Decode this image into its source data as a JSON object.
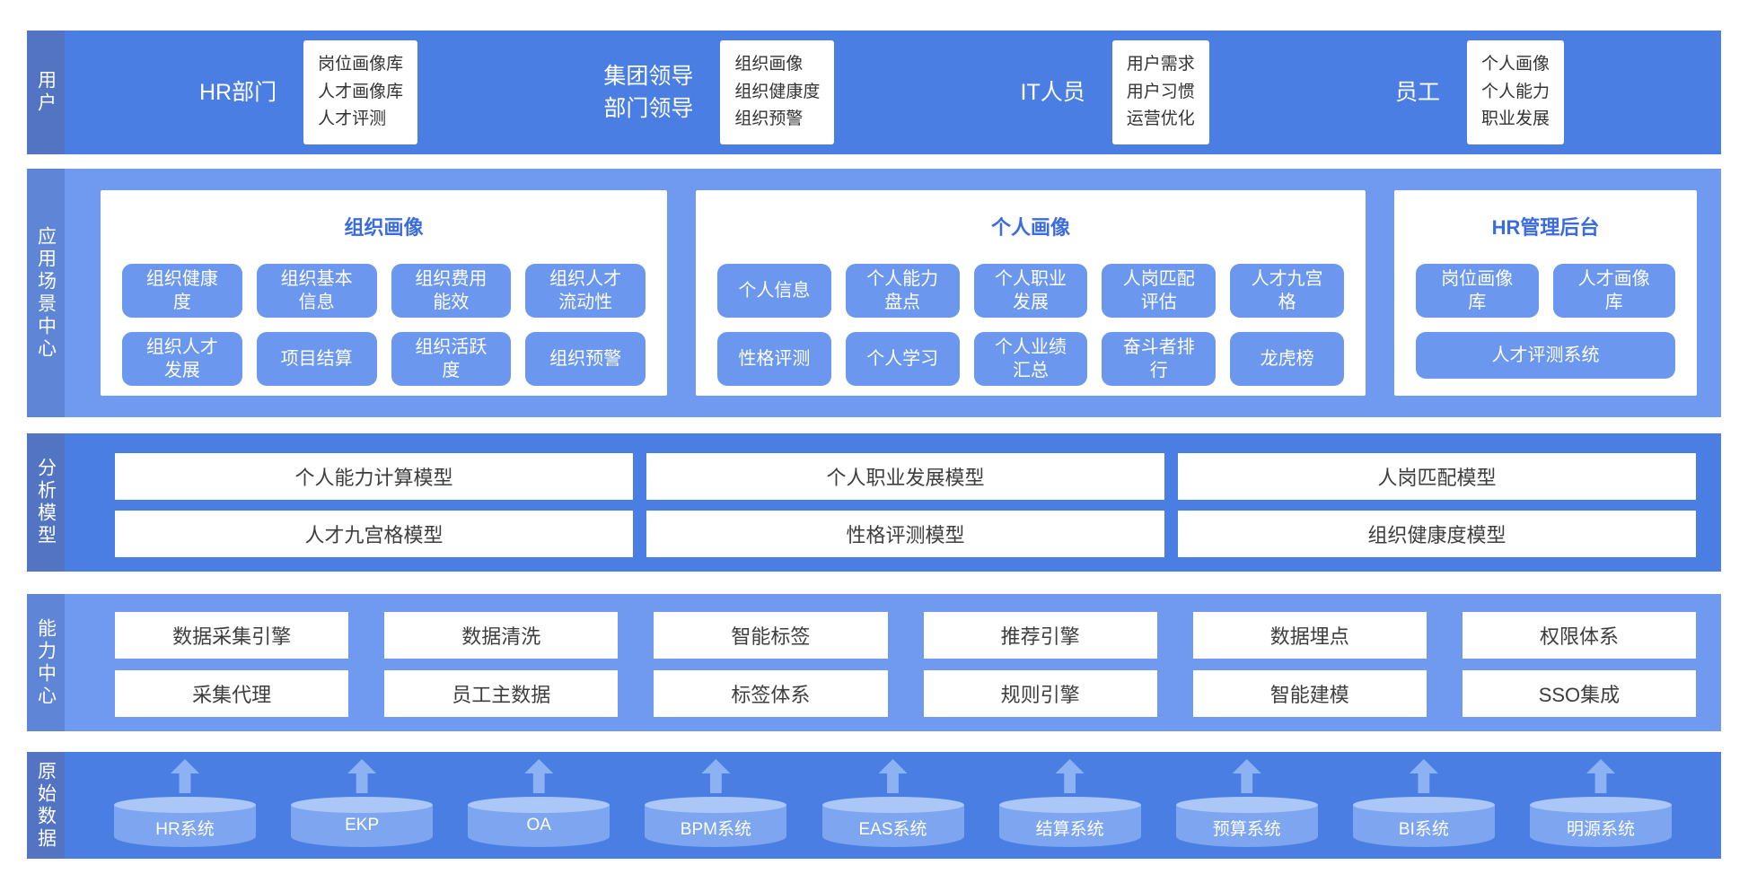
{
  "colors": {
    "band_dark": "#4b7ee3",
    "band_dark_strip": "#5373c3",
    "band_light": "#6f9af0",
    "band_light_strip": "#5f85d7",
    "chip": "#6c97ee",
    "panel_title": "#3a6ce0",
    "cylinder": "#7da5f0",
    "cylinder_top": "#abc7f7",
    "arrow": "#8db2f4"
  },
  "users_band": {
    "label": "用户",
    "groups": [
      {
        "role_lines": [
          "HR部门"
        ],
        "card_lines": [
          "岗位画像库",
          "人才画像库",
          "人才评测"
        ]
      },
      {
        "role_lines": [
          "集团领导",
          "部门领导"
        ],
        "card_lines": [
          "组织画像",
          "组织健康度",
          "组织预警"
        ]
      },
      {
        "role_lines": [
          "IT人员"
        ],
        "card_lines": [
          "用户需求",
          "用户习惯",
          "运营优化"
        ]
      },
      {
        "role_lines": [
          "员工"
        ],
        "card_lines": [
          "个人画像",
          "个人能力",
          "职业发展"
        ]
      }
    ]
  },
  "apps_band": {
    "label": "应用场景中心",
    "panels": [
      {
        "title": "组织画像",
        "rows": [
          [
            "组织健康度",
            "组织基本信息",
            "组织费用能效",
            "组织人才流动性"
          ],
          [
            "组织人才发展",
            "项目结算",
            "组织活跃度",
            "组织预警"
          ]
        ]
      },
      {
        "title": "个人画像",
        "rows": [
          [
            "个人信息",
            "个人能力盘点",
            "个人职业发展",
            "人岗匹配评估",
            "人才九宫格"
          ],
          [
            "性格评测",
            "个人学习",
            "个人业绩汇总",
            "奋斗者排行",
            "龙虎榜"
          ]
        ]
      },
      {
        "title": "HR管理后台",
        "rows": [
          [
            "岗位画像库",
            "人才画像库"
          ],
          [
            "人才评测系统"
          ]
        ]
      }
    ]
  },
  "models_band": {
    "label": "分析模型",
    "rows": [
      [
        "个人能力计算模型",
        "个人职业发展模型",
        "人岗匹配模型"
      ],
      [
        "人才九宫格模型",
        "性格评测模型",
        "组织健康度模型"
      ]
    ]
  },
  "capability_band": {
    "label": "能力中心",
    "rows": [
      [
        "数据采集引擎",
        "数据清洗",
        "智能标签",
        "推荐引擎",
        "数据埋点",
        "权限体系"
      ],
      [
        "采集代理",
        "员工主数据",
        "标签体系",
        "规则引擎",
        "智能建模",
        "SSO集成"
      ]
    ]
  },
  "raw_band": {
    "label": "原始数据",
    "sources": [
      "HR系统",
      "EKP",
      "OA",
      "BPM系统",
      "EAS系统",
      "结算系统",
      "预算系统",
      "BI系统",
      "明源系统"
    ]
  }
}
